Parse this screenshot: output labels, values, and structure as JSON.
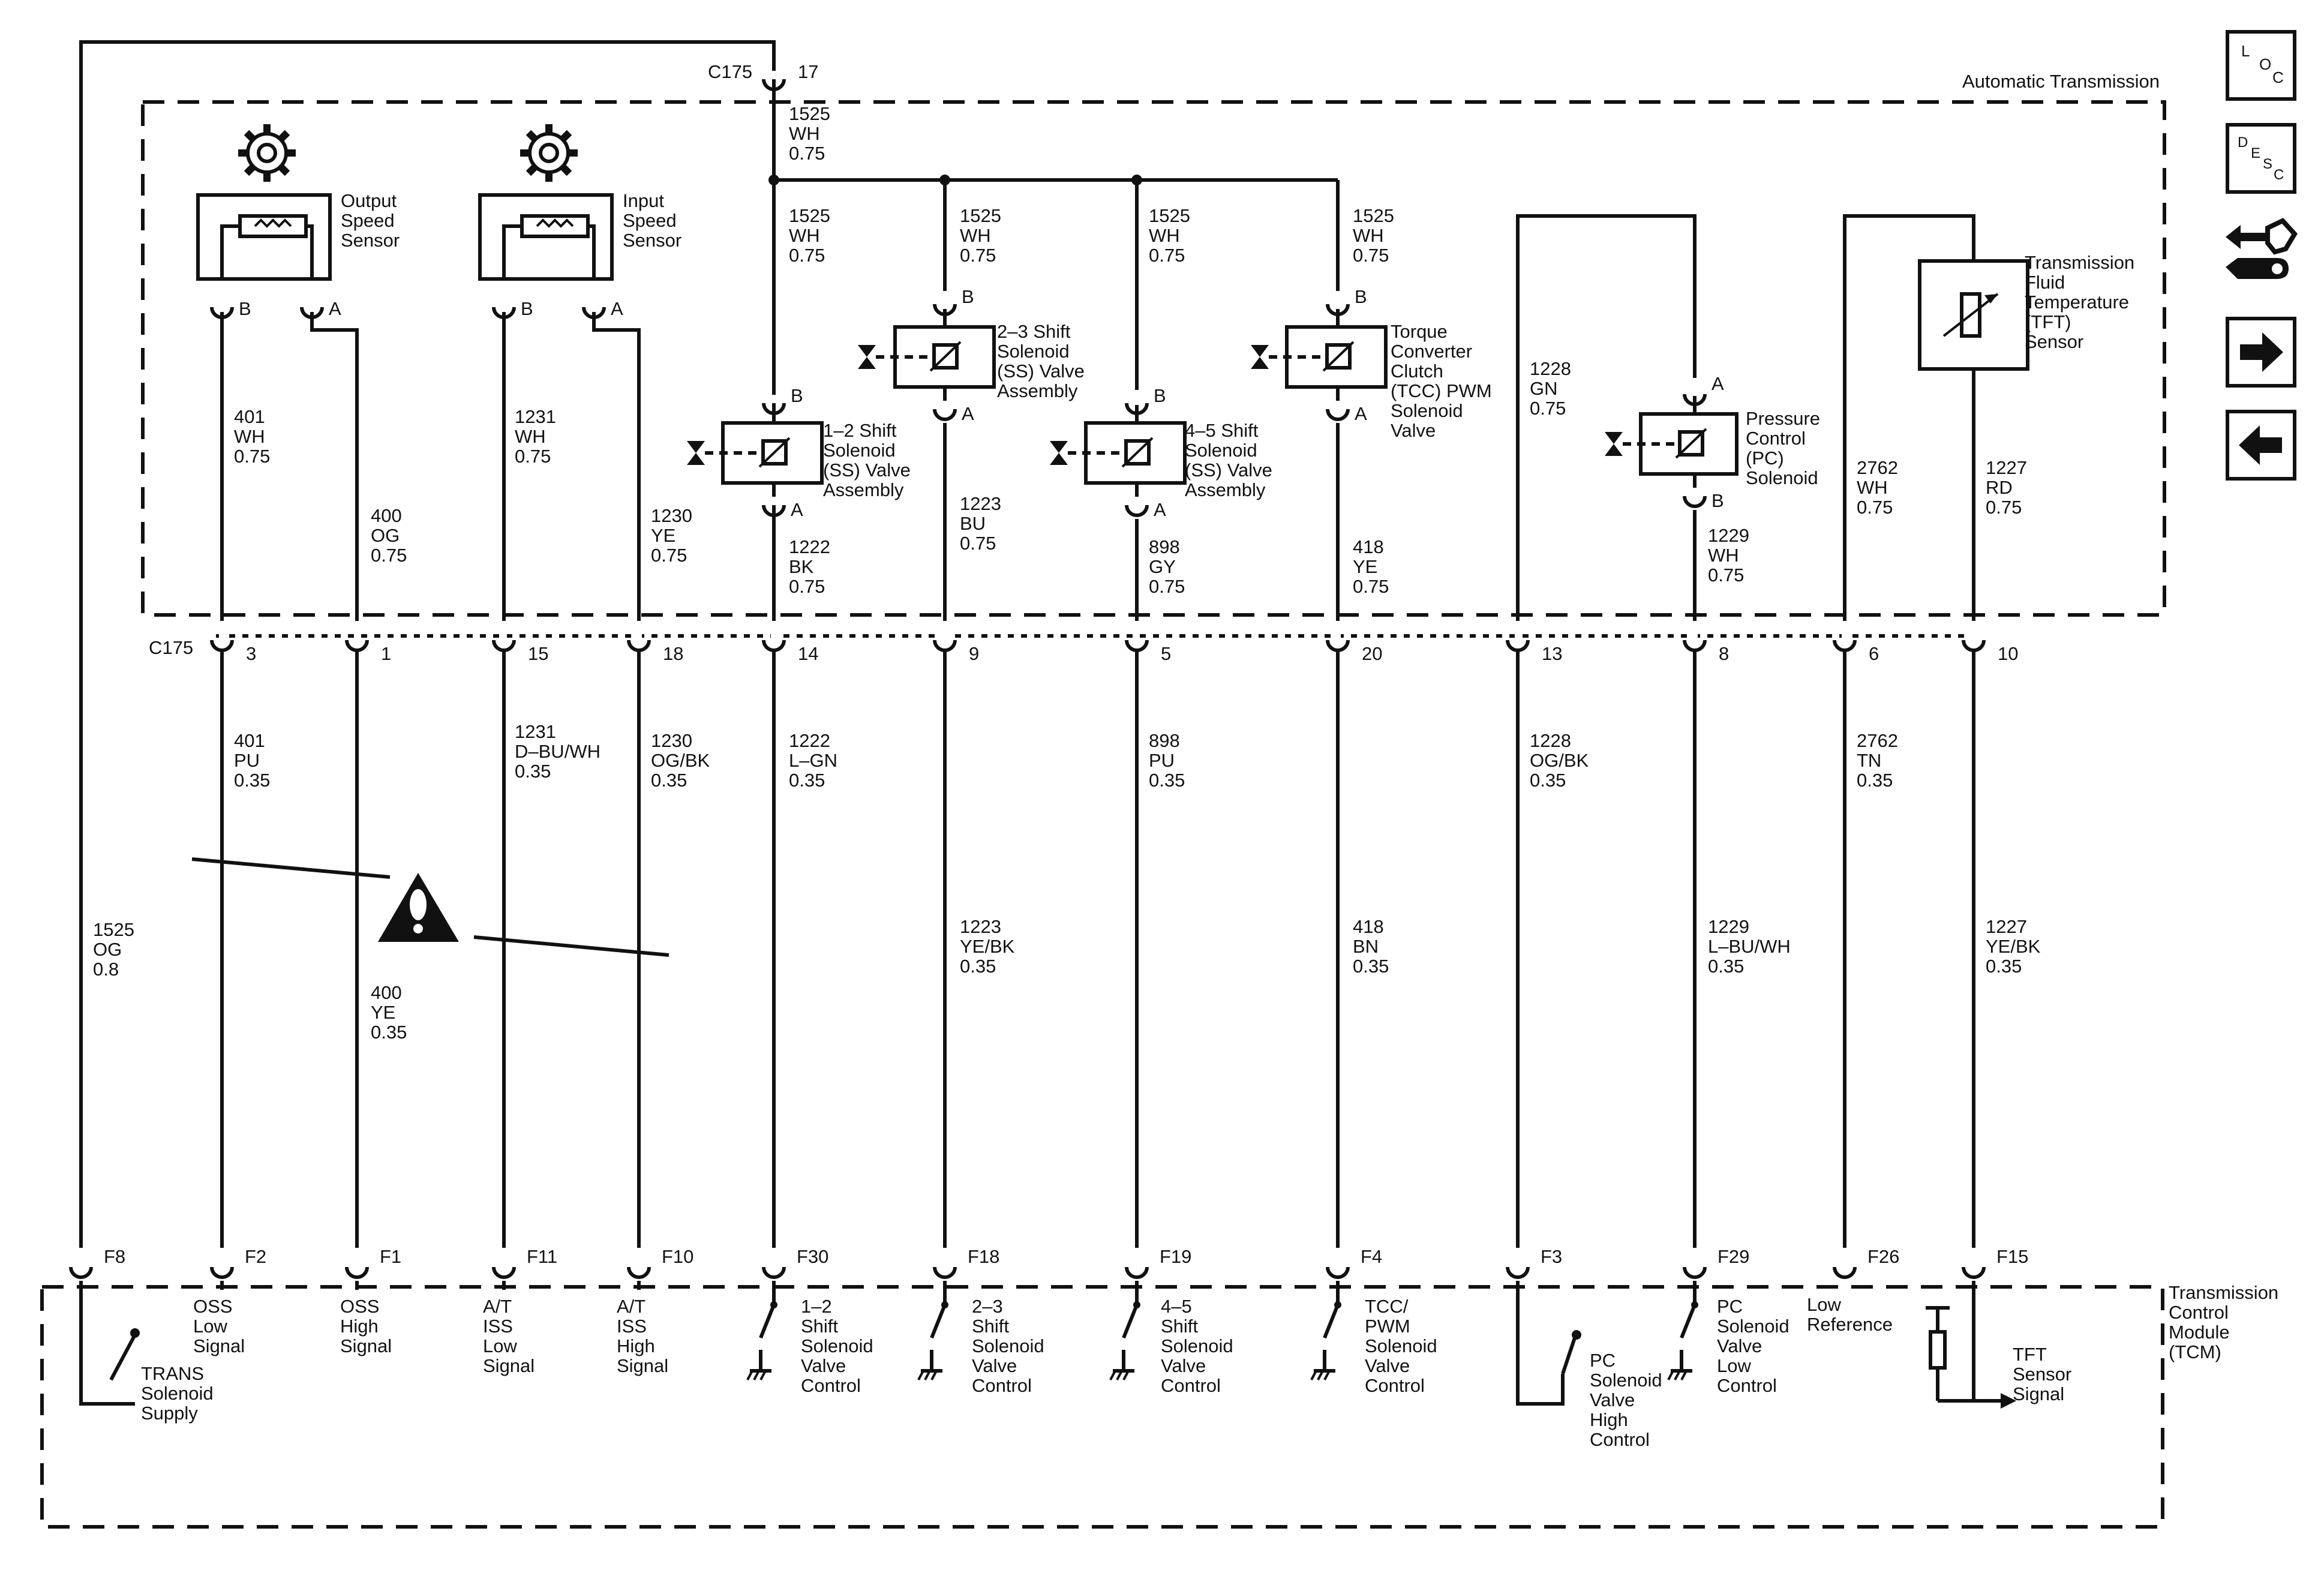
{
  "title_transmission": "Automatic Transmission",
  "title_tcm": [
    "Transmission",
    "Control",
    "Module",
    "(TCM)"
  ],
  "connector_c175": "C175",
  "nav": {
    "loc": [
      "L",
      "O",
      "C"
    ],
    "desc": [
      "D",
      "E",
      "S",
      "C"
    ],
    "icons": [
      "loc-icon",
      "desc-icon",
      "connector-swap-icon",
      "next-arrow-icon",
      "previous-arrow-icon"
    ]
  },
  "components": {
    "oss": [
      "Output",
      "Speed",
      "Sensor"
    ],
    "iss": [
      "Input",
      "Speed",
      "Sensor"
    ],
    "ss12": [
      "1–2 Shift",
      "Solenoid",
      "(SS) Valve",
      "Assembly"
    ],
    "ss23": [
      "2–3 Shift",
      "Solenoid",
      "(SS) Valve",
      "Assembly"
    ],
    "ss45": [
      "4–5 Shift",
      "Solenoid",
      "(SS) Valve",
      "Assembly"
    ],
    "tcc": [
      "Torque",
      "Converter",
      "Clutch",
      "(TCC) PWM",
      "Solenoid",
      "Valve"
    ],
    "pc": [
      "Pressure",
      "Control",
      "(PC)",
      "Solenoid"
    ],
    "tft": [
      "Transmission",
      "Fluid",
      "Temperature",
      "(TFT)",
      "Sensor"
    ]
  },
  "pins": {
    "oss_b": "B",
    "oss_a": "A",
    "iss_b": "B",
    "iss_a": "A",
    "ss12_b": "B",
    "ss12_a": "A",
    "ss23_b": "B",
    "ss23_a": "A",
    "ss45_b": "B",
    "ss45_a": "A",
    "tcc_b": "B",
    "tcc_a": "A",
    "pc_a": "A",
    "pc_b": "B"
  },
  "c175_top_pin": "17",
  "c175_pins": [
    "3",
    "1",
    "15",
    "18",
    "14",
    "9",
    "5",
    "20",
    "13",
    "8",
    "6",
    "10"
  ],
  "tcm_pins": [
    "F8",
    "F2",
    "F1",
    "F11",
    "F10",
    "F30",
    "F18",
    "F19",
    "F4",
    "F3",
    "F29",
    "F26",
    "F15"
  ],
  "wires_internal": {
    "supply_top": [
      "1525",
      "WH",
      "0.75"
    ],
    "ss12_b": [
      "1525",
      "WH",
      "0.75"
    ],
    "ss23_b": [
      "1525",
      "WH",
      "0.75"
    ],
    "ss45_b": [
      "1525",
      "WH",
      "0.75"
    ],
    "tcc_b": [
      "1525",
      "WH",
      "0.75"
    ],
    "oss_b": [
      "401",
      "WH",
      "0.75"
    ],
    "oss_a": [
      "400",
      "OG",
      "0.75"
    ],
    "iss_b": [
      "1231",
      "WH",
      "0.75"
    ],
    "iss_a": [
      "1230",
      "YE",
      "0.75"
    ],
    "ss12_a": [
      "1222",
      "BK",
      "0.75"
    ],
    "ss23_a": [
      "1223",
      "BU",
      "0.75"
    ],
    "ss45_a": [
      "898",
      "GY",
      "0.75"
    ],
    "tcc_a": [
      "418",
      "YE",
      "0.75"
    ],
    "pc_a": [
      "1228",
      "GN",
      "0.75"
    ],
    "pc_b": [
      "1229",
      "WH",
      "0.75"
    ],
    "tft_l": [
      "2762",
      "WH",
      "0.75"
    ],
    "tft_r": [
      "1227",
      "RD",
      "0.75"
    ]
  },
  "wires_external": {
    "supply": [
      "1525",
      "OG",
      "0.8"
    ],
    "oss_b": [
      "401",
      "PU",
      "0.35"
    ],
    "oss_a": [
      "400",
      "YE",
      "0.35"
    ],
    "iss_b": [
      "1231",
      "D–BU/WH",
      "0.35"
    ],
    "iss_a": [
      "1230",
      "OG/BK",
      "0.35"
    ],
    "ss12": [
      "1222",
      "L–GN",
      "0.35"
    ],
    "ss23": [
      "1223",
      "YE/BK",
      "0.35"
    ],
    "ss45": [
      "898",
      "PU",
      "0.35"
    ],
    "tcc": [
      "418",
      "BN",
      "0.35"
    ],
    "pc_a": [
      "1228",
      "OG/BK",
      "0.35"
    ],
    "pc_b": [
      "1229",
      "L–BU/WH",
      "0.35"
    ],
    "tft_l": [
      "2762",
      "TN",
      "0.35"
    ],
    "tft_r": [
      "1227",
      "YE/BK",
      "0.35"
    ]
  },
  "tcm_labels": {
    "supply": [
      "TRANS",
      "Solenoid",
      "Supply"
    ],
    "oss_low": [
      "OSS",
      "Low",
      "Signal"
    ],
    "oss_high": [
      "OSS",
      "High",
      "Signal"
    ],
    "iss_low": [
      "A/T",
      "ISS",
      "Low",
      "Signal"
    ],
    "iss_high": [
      "A/T",
      "ISS",
      "High",
      "Signal"
    ],
    "ss12": [
      "1–2",
      "Shift",
      "Solenoid",
      "Valve",
      "Control"
    ],
    "ss23": [
      "2–3",
      "Shift",
      "Solenoid",
      "Valve",
      "Control"
    ],
    "ss45": [
      "4–5",
      "Shift",
      "Solenoid",
      "Valve",
      "Control"
    ],
    "tcc": [
      "TCC/",
      "PWM",
      "Solenoid",
      "Valve",
      "Control"
    ],
    "pc_high": [
      "PC",
      "Solenoid",
      "Valve",
      "High",
      "Control"
    ],
    "pc_low": [
      "PC",
      "Solenoid",
      "Valve",
      "Low",
      "Control"
    ],
    "low_ref": [
      "Low",
      "Reference"
    ],
    "tft": [
      "TFT",
      "Sensor",
      "Signal"
    ]
  }
}
